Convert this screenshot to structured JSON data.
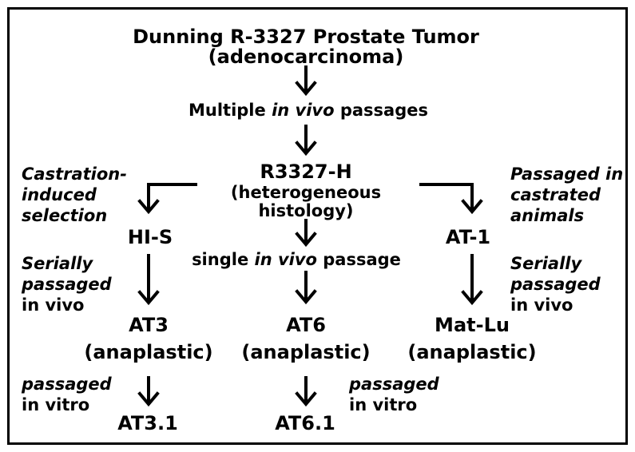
{
  "title": {
    "line1": "Dunning R-3327 Prostate Tumor",
    "line2": "(adenocarcinoma)"
  },
  "step_multiple": {
    "pre": "Multiple ",
    "em": "in vivo",
    "post": " passages"
  },
  "r3327h": {
    "name": "R3327-H",
    "desc_line1": "(heterogeneous",
    "desc_line2": "histology)"
  },
  "left_note": {
    "line1": "Castration-",
    "line2": "induced",
    "line3": "selection"
  },
  "right_note": {
    "line1": "Passaged in",
    "line2": "castrated",
    "line3": "animals"
  },
  "his": "HI-S",
  "at1": "AT-1",
  "step_single": {
    "pre": "single ",
    "em": "in vivo",
    "post": " passage"
  },
  "left_serial": {
    "line1": "Serially",
    "line2": "passaged",
    "line3": "in vivo"
  },
  "right_serial": {
    "line1": "Serially",
    "line2": "passaged",
    "line3": "in vivo"
  },
  "at3": {
    "name": "AT3",
    "type": "(anaplastic)"
  },
  "at6": {
    "name": "AT6",
    "type": "(anaplastic)"
  },
  "matlu": {
    "name": "Mat-Lu",
    "type": "(anaplastic)"
  },
  "left_vitro": {
    "line1": "passaged",
    "line2": "in vitro"
  },
  "mid_vitro": {
    "line1": "passaged",
    "line2": "in vitro"
  },
  "at31": "AT3.1",
  "at61": "AT6.1"
}
